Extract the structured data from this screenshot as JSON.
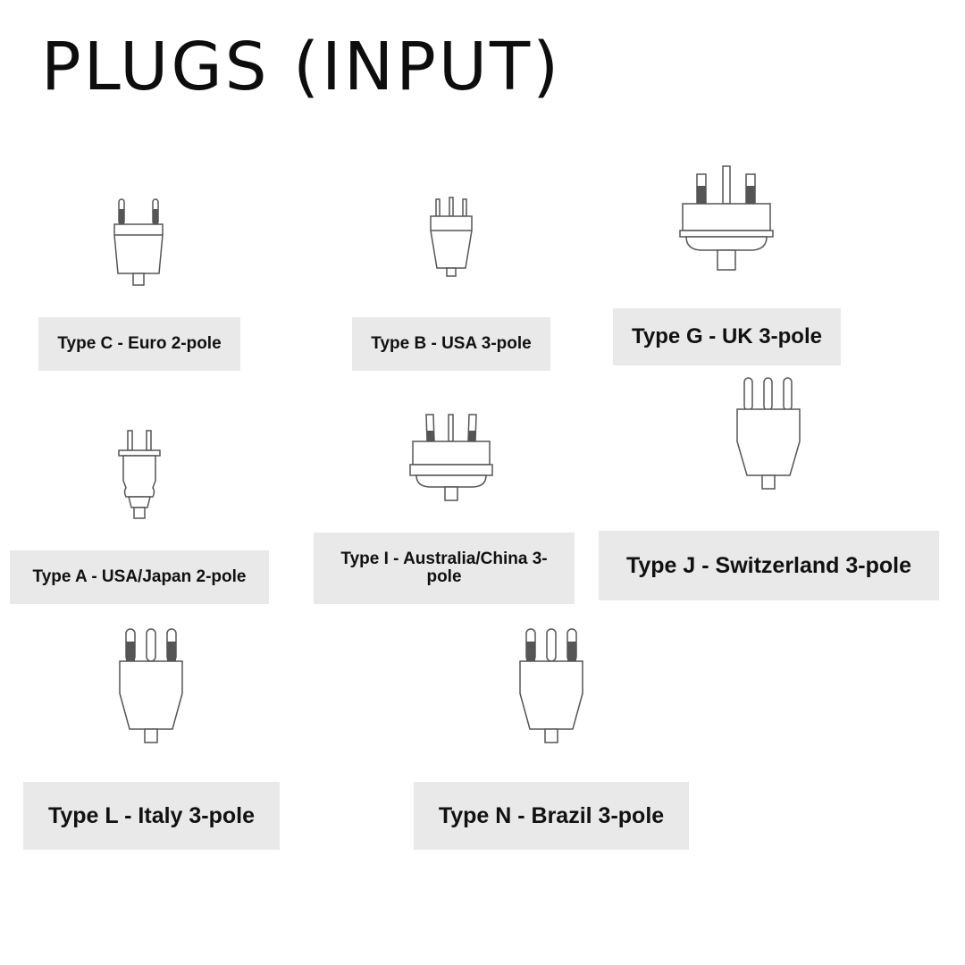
{
  "title": "PLUGS (INPUT)",
  "colors": {
    "background": "#ffffff",
    "label_bg": "#e9e9e9",
    "outline": "#555555",
    "pin_dark": "#555555"
  },
  "plugs": [
    {
      "label": "Type C - Euro 2-pole",
      "icon": "euro-2-pole-plug-icon"
    },
    {
      "label": "Type B - USA 3-pole",
      "icon": "usa-3-pole-plug-icon"
    },
    {
      "label": "Type G - UK 3-pole",
      "icon": "uk-3-pole-plug-icon"
    },
    {
      "label": "Type A - USA/Japan 2-pole",
      "icon": "usa-japan-2-pole-plug-icon"
    },
    {
      "label": "Type I - Australia/China 3-pole",
      "icon": "australia-china-3-pole-plug-icon"
    },
    {
      "label": "Type J - Switzerland 3-pole",
      "icon": "switzerland-3-pole-plug-icon"
    },
    {
      "label": "Type L - Italy 3-pole",
      "icon": "italy-3-pole-plug-icon"
    },
    {
      "label": "Type N - Brazil 3-pole",
      "icon": "brazil-3-pole-plug-icon"
    }
  ]
}
